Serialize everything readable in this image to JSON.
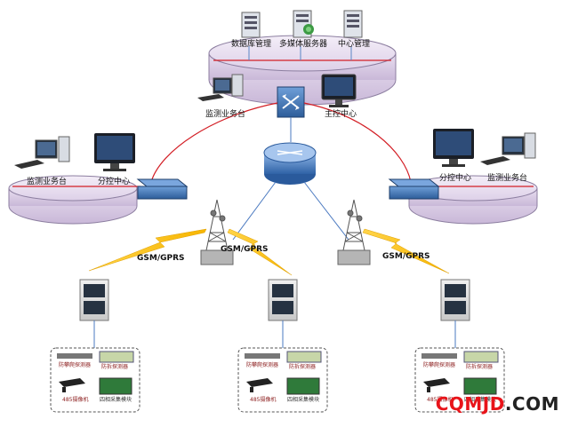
{
  "servers": {
    "db": "数据库管理",
    "media": "多媒体服务器",
    "center": "中心管理"
  },
  "center": {
    "monitor_station": "监测业务台",
    "main_control": "主控中心"
  },
  "left_site": {
    "monitor_station": "监测业务台",
    "sub_control": "分控中心"
  },
  "right_site": {
    "sub_control": "分控中心",
    "monitor_station": "监测业务台"
  },
  "links": {
    "left": "GSM/GPRS",
    "middle": "GSM/GPRS",
    "right": "GSM/GPRS"
  },
  "field_box": {
    "detector_a": "防攀爬探测器",
    "detector_b": "防拆探测器",
    "camera": "485摄像机",
    "collector": "四相采集模块"
  },
  "watermark": {
    "part1": "CQMJD",
    "part2": ".COM"
  }
}
